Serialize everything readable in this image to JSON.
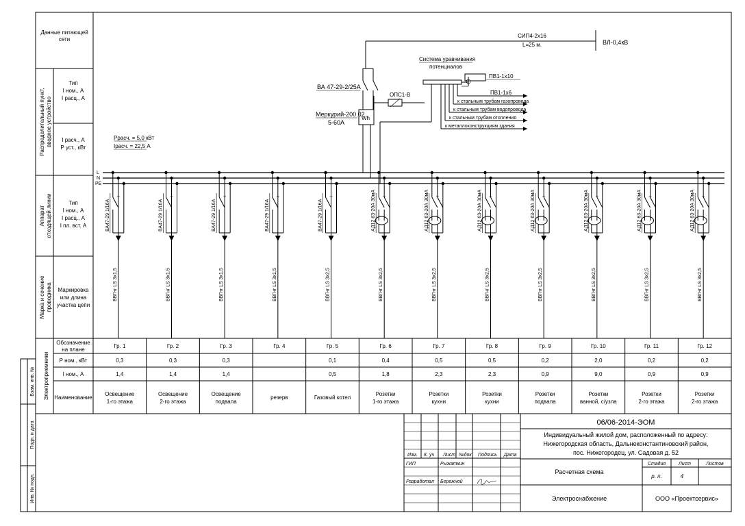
{
  "left_table": {
    "r0": [
      "Данные питающей",
      "сети"
    ],
    "g1": [
      "Распределительный пункт,",
      "вводное устройство"
    ],
    "g1_a": [
      "Тип",
      "I ном., А",
      "I расц., А"
    ],
    "g1_b": [
      "I расч., А",
      "Р уст., кВт"
    ],
    "g2": [
      "Аппарат",
      "отходящей линии"
    ],
    "g2_a": [
      "Тип",
      "I ном., А",
      "I расц., А",
      "I пл. вст. А"
    ],
    "g3": [
      "Марка и сечение",
      "проводника"
    ],
    "g3_a": [
      "Маркировка",
      "или длина",
      "участка цепи"
    ],
    "g4": "Электроприемники",
    "g4_rows": [
      [
        "Обозначение",
        "на плане"
      ],
      [
        "Р ном., кВт"
      ],
      [
        "I ном., А"
      ],
      [
        "Наименование"
      ]
    ]
  },
  "supply": {
    "cable": "СИП4-2х16",
    "length": "L=25 м.",
    "line": "ВЛ-0,4кВ"
  },
  "input": {
    "breaker": "ВА 47-29-2/25А",
    "meter": "Меркурий-200.02",
    "meter_rating": "5-60А",
    "meter_symbol": "Wh",
    "limiter": "ОПС1-В",
    "equip_title": "Система уравнивания",
    "equip_sub": "потенциалов",
    "pv1": "ПВ1-1х10",
    "pv2": "ПВ1-1х6",
    "pipes": [
      "к стальным трубам газопровода",
      "к стальным трубам водопровода",
      "к стальным трубам отопления",
      "к металлоконструкциям здания"
    ],
    "calc_p": "Pрасч. = 5,0 кВт",
    "calc_i": "Iрасч. = 22,5 А"
  },
  "bus_labels": [
    "L",
    "N",
    "PE"
  ],
  "groups": [
    {
      "breaker": "ВА47-29 1/16А",
      "cable": "ВВГнг LS 3х1,5",
      "name": "Гр. 1",
      "p": "0,3",
      "i": "1,4",
      "desc": [
        "Освещение",
        "1-го этажа"
      ]
    },
    {
      "breaker": "ВА47-29 1/16А",
      "cable": "ВВГнг LS 3х1,5",
      "name": "Гр. 2",
      "p": "0,3",
      "i": "1,4",
      "desc": [
        "Освещение",
        "2-го этажа"
      ]
    },
    {
      "breaker": "ВА47-29 1/16А",
      "cable": "ВВГнг LS 3х1,5",
      "name": "Гр. 3",
      "p": "0,3",
      "i": "1,4",
      "desc": [
        "Освещение",
        "подвала"
      ]
    },
    {
      "breaker": "ВА47-29 1/16А",
      "cable": "ВВГнг LS 3х1,5",
      "name": "Гр. 4",
      "p": "",
      "i": "",
      "desc": [
        "резерв"
      ]
    },
    {
      "breaker": "ВА47-29 1/16А",
      "cable": "ВВГнг LS 3х2,5",
      "name": "Гр. 5",
      "p": "0,1",
      "i": "0,5",
      "desc": [
        "Газовый котел"
      ]
    },
    {
      "breaker": "АД12 63-20А 30мА",
      "cable": "ВВГнг LS 3х2,5",
      "name": "Гр. 6",
      "p": "0,4",
      "i": "1,8",
      "desc": [
        "Розетки",
        "1-го этажа"
      ]
    },
    {
      "breaker": "АД12 63-20А 30мА",
      "cable": "ВВГнг LS 3х2,5",
      "name": "Гр. 7",
      "p": "0,5",
      "i": "2,3",
      "desc": [
        "Розетки",
        "кухни"
      ]
    },
    {
      "breaker": "АД12 63-20А 30мА",
      "cable": "ВВГнг LS 3х2,5",
      "name": "Гр. 8",
      "p": "0,5",
      "i": "2,3",
      "desc": [
        "Розетки",
        "кухни"
      ]
    },
    {
      "breaker": "АД12 63-20А 30мА",
      "cable": "ВВГнг LS 3х2,5",
      "name": "Гр. 9",
      "p": "0,2",
      "i": "0,9",
      "desc": [
        "Розетки",
        "подвала"
      ]
    },
    {
      "breaker": "АД12 63-20А 30мА",
      "cable": "ВВГнг LS 3х2,5",
      "name": "Гр. 10",
      "p": "2,0",
      "i": "9,0",
      "desc": [
        "Розетки",
        "ванной, с/узла"
      ]
    },
    {
      "breaker": "АД12 63-20А 30мА",
      "cable": "ВВГнг LS 3х2,5",
      "name": "Гр. 11",
      "p": "0,2",
      "i": "0,9",
      "desc": [
        "Розетки",
        "2-го этажа"
      ]
    },
    {
      "breaker": "АД12 63-20А 30мА",
      "cable": "ВВГнг LS 3х2,5",
      "name": "Гр. 12",
      "p": "0,2",
      "i": "0,9",
      "desc": [
        "Розетки",
        "2-го этажа"
      ]
    }
  ],
  "side_stamp": [
    "Взам. инв. №",
    "Подп. и дата",
    "Инв. № подл."
  ],
  "title_block": {
    "code": "06/06-2014-ЭОМ",
    "object": [
      "Индивидуальный жилой дом, расположенный по адресу:",
      "Нижегородская область, Дальнеконстантиновский район,",
      "пос. Нижегородец, ул. Садовая д. 52"
    ],
    "sheet_title": "Расчетная схема",
    "section": "Электроснабжение",
    "company": "ООО «Проектсервис»",
    "headers": [
      "Изм.",
      "К. уч",
      "Лист",
      "№док",
      "Подпись",
      "Дата"
    ],
    "roles": [
      [
        "ГИП",
        "Рыжаткин"
      ],
      [
        "Разработал",
        "Бережной"
      ]
    ],
    "stage_h": "Стадия",
    "sheet_h": "Лист",
    "sheets_h": "Листов",
    "stage": "р. п.",
    "sheet": "4",
    "sheets": ""
  }
}
